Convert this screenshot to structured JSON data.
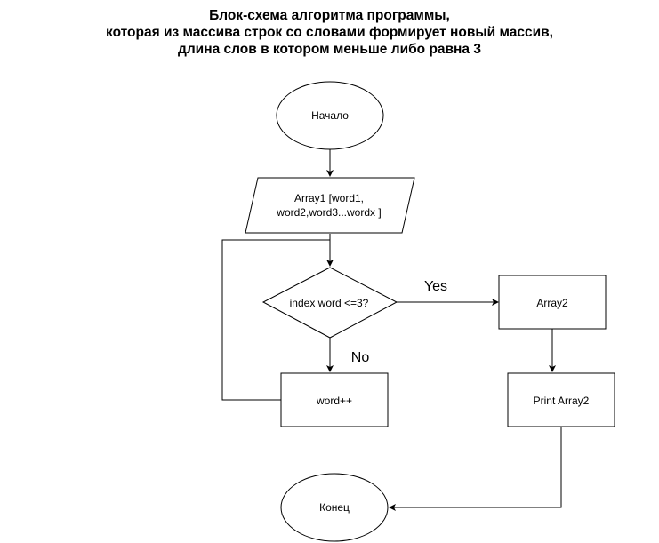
{
  "title": {
    "line1": "Блок-схема алгоритма программы,",
    "line2": "которая из массива строк со словами формирует новый массив,",
    "line3": "длина слов в котором меньше либо равна 3"
  },
  "nodes": {
    "start": {
      "label": "Начало"
    },
    "input": {
      "line1": "Array1 [word1,",
      "line2": "word2,word3...wordx ]"
    },
    "condition": {
      "label": "index word <=3?"
    },
    "increment": {
      "label": "word++"
    },
    "array2": {
      "label": "Array2"
    },
    "print": {
      "label": "Print Array2"
    },
    "end": {
      "label": "Конец"
    }
  },
  "edges": {
    "yes_label": "Yes",
    "no_label": "No"
  },
  "colors": {
    "stroke": "#000000",
    "fill": "#ffffff",
    "text": "#000000"
  }
}
